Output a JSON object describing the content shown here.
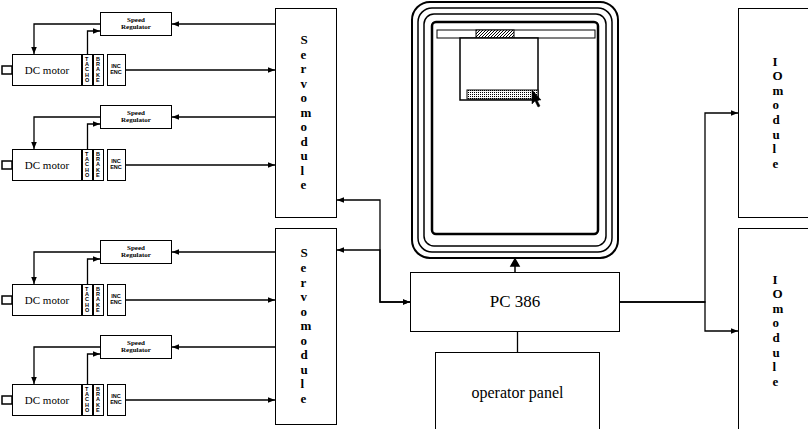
{
  "diagram": {
    "nodes": [
      {
        "text": [
          "Speed Regulator"
        ]
      },
      {
        "text": [
          "DC motor"
        ]
      },
      {
        "text": [
          "TACHO"
        ]
      },
      {
        "text": [
          "BRAKE"
        ]
      },
      {
        "text": [
          "INC ENC"
        ]
      },
      {
        "text": [
          "Speed Regulator"
        ]
      },
      {
        "text": [
          "DC motor"
        ]
      },
      {
        "text": [
          "TACHO"
        ]
      },
      {
        "text": [
          "BRAKE"
        ]
      },
      {
        "text": [
          "INC ENC"
        ]
      },
      {
        "text": [
          "Speed Regulator"
        ]
      },
      {
        "text": [
          "DC motor"
        ]
      },
      {
        "text": [
          "TACHO"
        ]
      },
      {
        "text": [
          "BRAKE"
        ]
      },
      {
        "text": [
          "INC ENC"
        ]
      },
      {
        "text": [
          "Speed Regulator"
        ]
      },
      {
        "text": [
          "DC motor"
        ]
      },
      {
        "text": [
          "TACHO"
        ]
      },
      {
        "text": [
          "BRAKE"
        ]
      },
      {
        "text": [
          "INC ENC"
        ]
      },
      {
        "text": [
          "Servo module"
        ]
      },
      {
        "text": [
          "Servo module"
        ]
      },
      {
        "text": [
          "PC 386"
        ]
      },
      {
        "text": [
          "operator panel"
        ]
      },
      {
        "text": [
          "IO module"
        ]
      },
      {
        "text": [
          "IO module"
        ]
      }
    ],
    "edges": [
      {
        "from": 20,
        "to": 0,
        "arrow": "to"
      },
      {
        "from": 0,
        "to": 1,
        "arrow": "to"
      },
      {
        "from": 2,
        "to": 0,
        "arrow": "to"
      },
      {
        "from": 4,
        "to": 20,
        "arrow": "to"
      },
      {
        "from": 20,
        "to": 5,
        "arrow": "to"
      },
      {
        "from": 5,
        "to": 6,
        "arrow": "to"
      },
      {
        "from": 7,
        "to": 5,
        "arrow": "to"
      },
      {
        "from": 9,
        "to": 20,
        "arrow": "to"
      },
      {
        "from": 21,
        "to": 10,
        "arrow": "to"
      },
      {
        "from": 10,
        "to": 11,
        "arrow": "to"
      },
      {
        "from": 12,
        "to": 10,
        "arrow": "to"
      },
      {
        "from": 14,
        "to": 21,
        "arrow": "to"
      },
      {
        "from": 21,
        "to": 15,
        "arrow": "to"
      },
      {
        "from": 15,
        "to": 16,
        "arrow": "to"
      },
      {
        "from": 17,
        "to": 15,
        "arrow": "to"
      },
      {
        "from": 19,
        "to": 21,
        "arrow": "to"
      },
      {
        "from": 20,
        "to": 22,
        "arrow": "both"
      },
      {
        "from": 21,
        "to": 22,
        "arrow": "both"
      },
      {
        "from": 22,
        "to": 24,
        "arrow": "to"
      },
      {
        "from": 22,
        "to": 25,
        "arrow": "to"
      },
      {
        "from": 23,
        "to": 22,
        "arrow": "none"
      }
    ]
  }
}
